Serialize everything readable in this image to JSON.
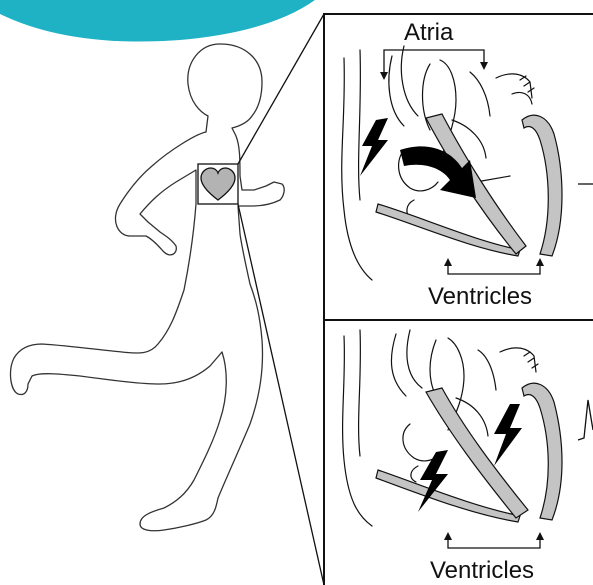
{
  "labels": {
    "top_atria": "Atria",
    "top_ventricles": "Ventricles",
    "bottom_ventricles": "Ventricles"
  },
  "colors": {
    "banner": "#1fb2c4",
    "heart_fill": "#b3b3b3",
    "muscle_fill": "#c4c4c4",
    "outline": "#111111",
    "arrow": "#000000"
  }
}
